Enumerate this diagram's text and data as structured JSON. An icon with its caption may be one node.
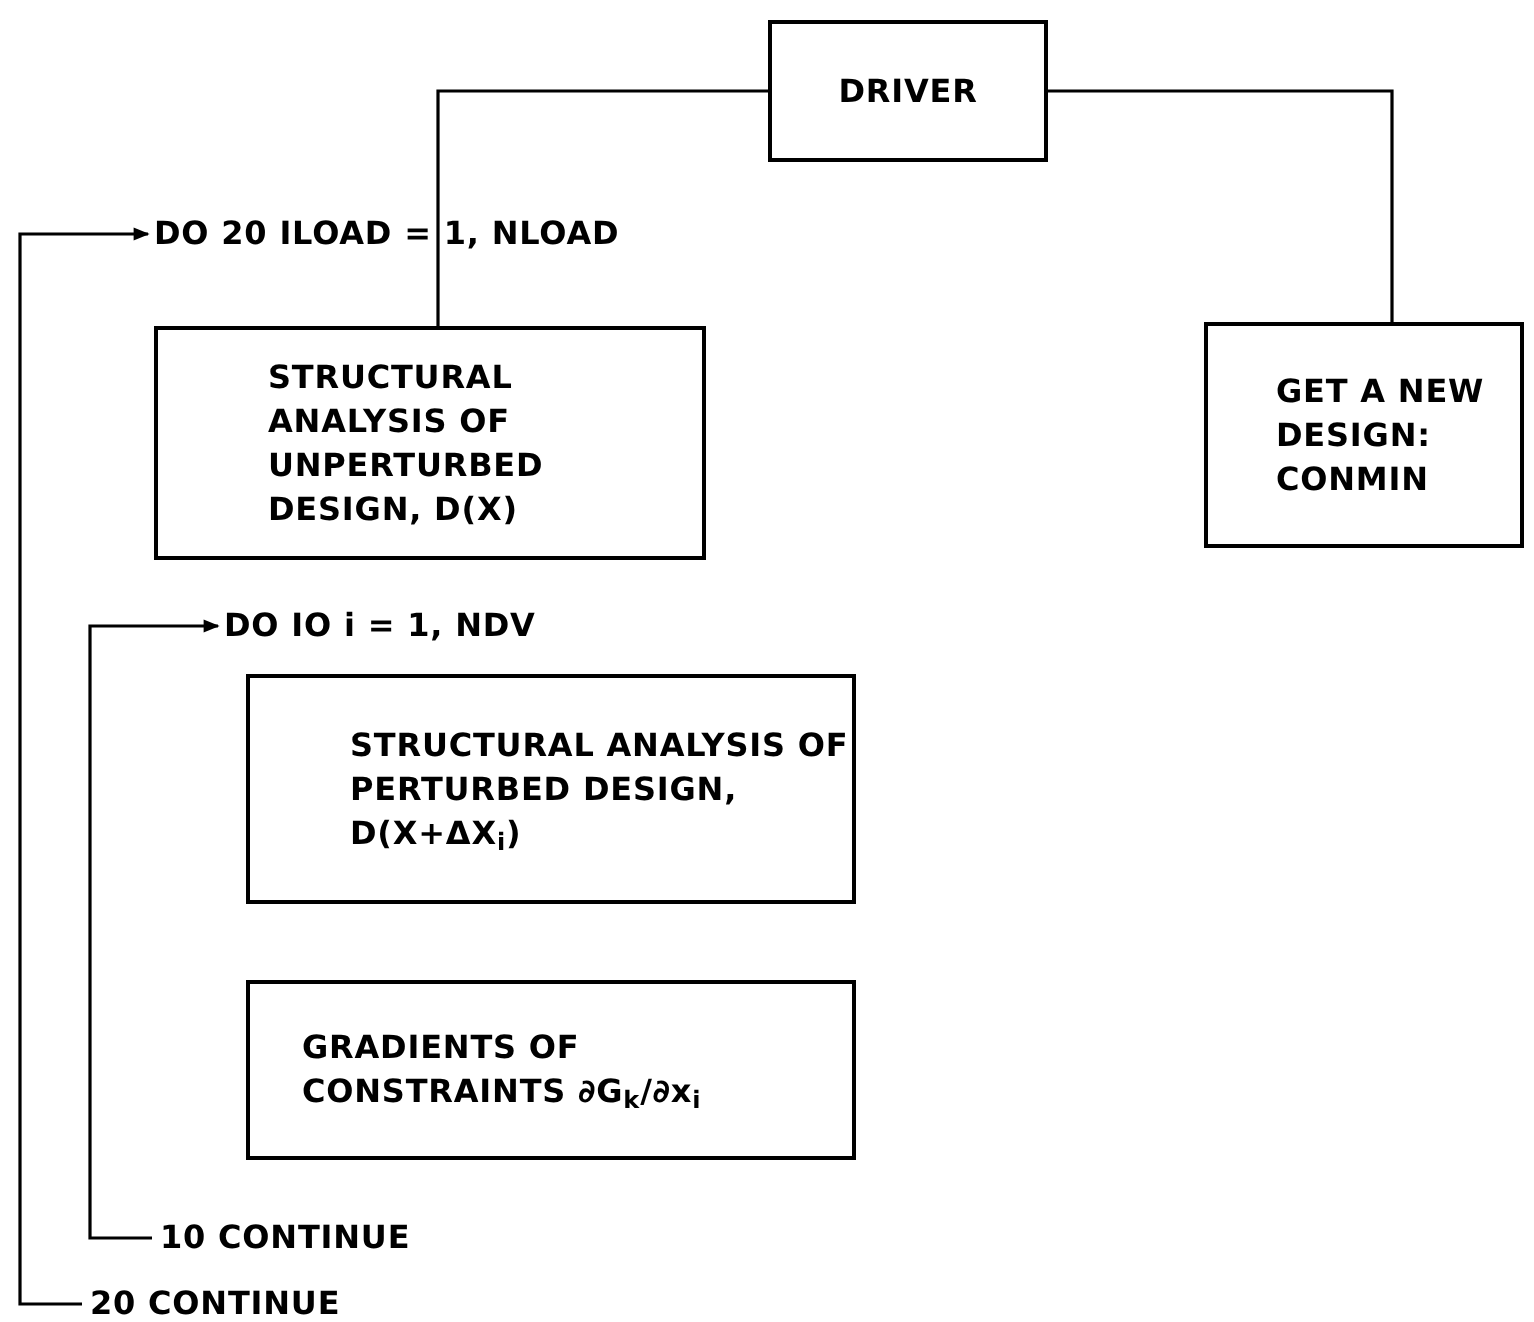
{
  "diagram": {
    "nodes": [
      {
        "text": [
          "DRIVER"
        ]
      },
      {
        "text": [
          "DO 20 ILOAD = 1, NLOAD"
        ]
      },
      {
        "text": [
          "STRUCTURAL ANALYSIS OF UNPERTURBED DESIGN, D(X)"
        ]
      },
      {
        "text": [
          "GET A NEW DESIGN: CONMIN"
        ]
      },
      {
        "text": [
          "DO IO i = 1, NDV"
        ]
      },
      {
        "text": [
          "STRUCTURAL ANALYSIS OF PERTURBED DESIGN, D(X+ΔX$_{i}$)"
        ]
      },
      {
        "text": [
          "GRADIENTS OF CONSTRAINTS ∂G$_{k}$/∂x$_{i}$"
        ]
      },
      {
        "text": [
          "10 CONTINUE"
        ]
      },
      {
        "text": [
          "20 CONTINUE"
        ]
      }
    ],
    "edges": [
      {
        "from": 0,
        "to": 2,
        "arrow": "none"
      },
      {
        "from": 0,
        "to": 3,
        "arrow": "none"
      },
      {
        "from": 8,
        "to": 1,
        "arrow": "to"
      },
      {
        "from": 7,
        "to": 4,
        "arrow": "to"
      }
    ]
  }
}
